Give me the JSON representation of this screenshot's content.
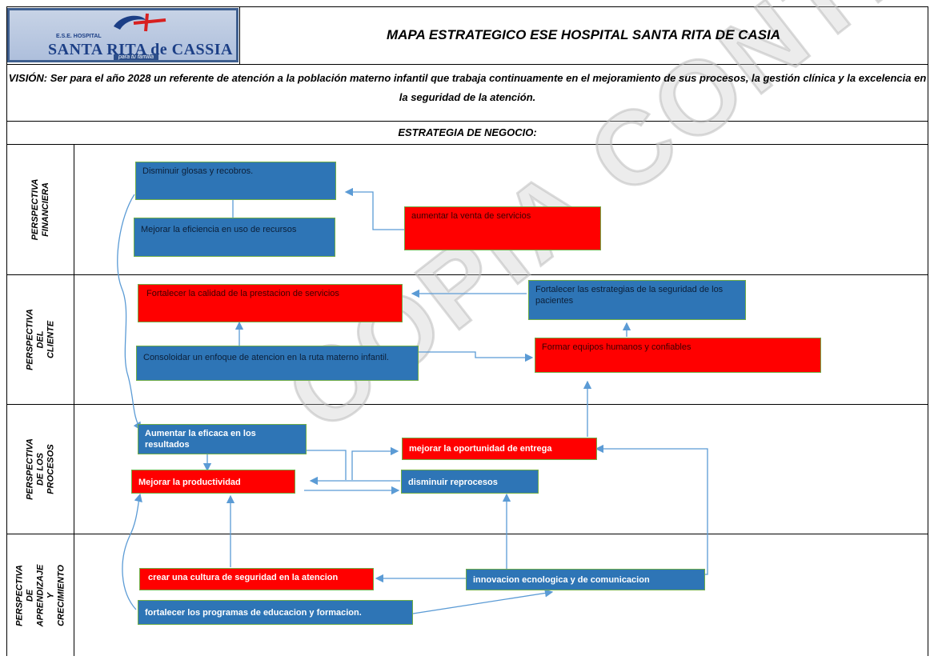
{
  "header": {
    "logo_small": "E.S.E. HOSPITAL",
    "logo_text": "SANTA RITA de CASSIA",
    "logo_tagline": "para tu familia",
    "title": "MAPA ESTRATEGICO  ESE HOSPITAL SANTA RITA DE CASIA"
  },
  "vision": "VISIÓN: Ser para el año 2028 un referente de atención a la población materno infantil que trabaja continuamente en el mejoramiento de sus procesos, la gestión clínica y la excelencia en la seguridad de la atención.",
  "strategy_label": "ESTRATEGIA DE NEGOCIO:",
  "perspectives": [
    {
      "label": "PERSPECTIVA\nFINANCIERA"
    },
    {
      "label": "PERSPECTIVA DEL\nCLIENTE"
    },
    {
      "label": "PERSPECTIVA DE LOS\nPROCESOS"
    },
    {
      "label": "PERSPECTIVA DE\nAPRENDIZAJE Y\nCRECIMIENTO"
    }
  ],
  "objectives": {
    "glosas": "Disminuir glosas y recobros.",
    "eficiencia": "Mejorar la eficiencia en uso de recursos",
    "venta": "aumentar la venta de servicios",
    "calidad": "Fortalecer la calidad de la prestacion de servicios",
    "seguridad_pacientes": "Fortalecer las estrategias de la seguridad de los pacientes",
    "ruta": "Consoloidar un enfoque de atencion en la ruta materno infantil.",
    "equipos": "Formar equipos humanos y confiables",
    "eficacia": "Aumentar la eficaca en los resultados",
    "oportunidad": "mejorar la oportunidad de entrega",
    "productividad": "Mejorar la productividad",
    "reprocesos": "disminuir reprocesos",
    "cultura": "crear una cultura de seguridad en la atencion",
    "innovacion": "innovacion ecnologica y de comunicacion",
    "programas": "fortalecer los programas de educacion y formacion."
  },
  "watermark": "COPIA CONTROLADA",
  "colors": {
    "blue": "#2e75b6",
    "red": "#ff0000",
    "border": "#70ad47",
    "arrow": "#5b9bd5"
  }
}
